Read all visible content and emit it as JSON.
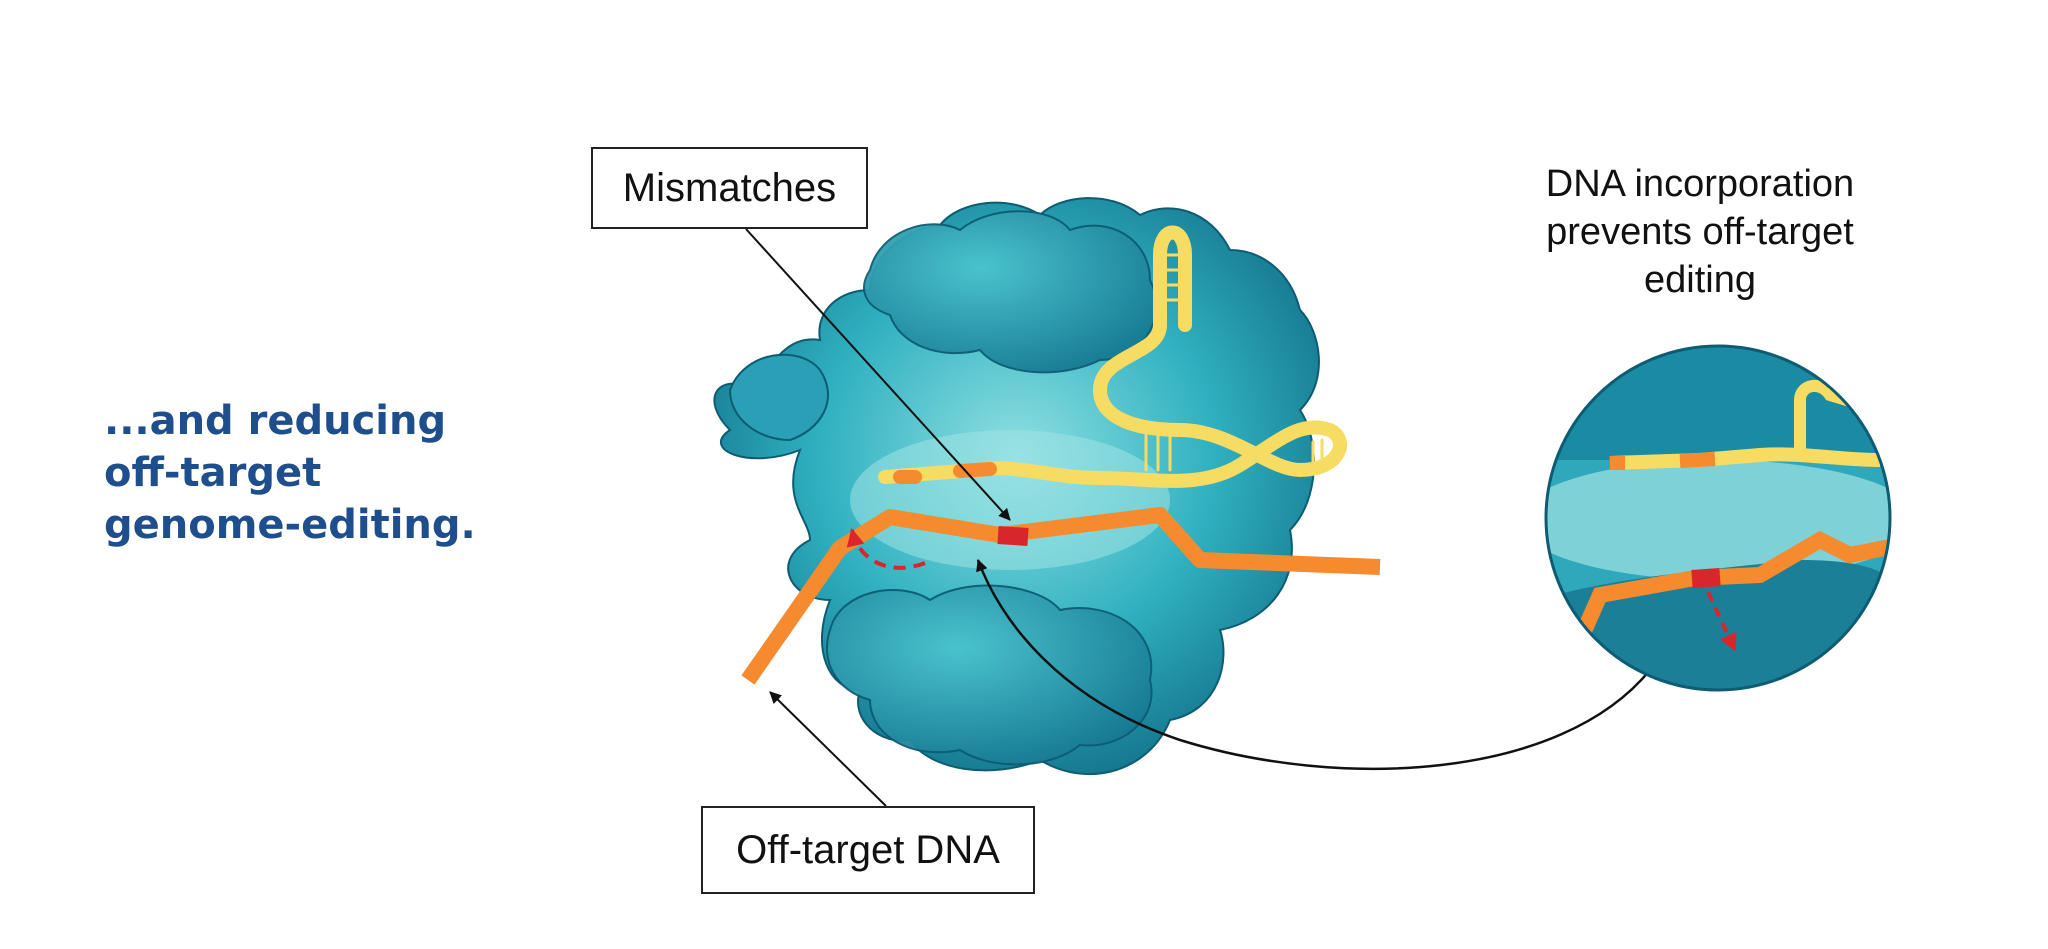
{
  "headline": {
    "line1": "...and reducing",
    "line2": "off-target",
    "line3": "genome-editing."
  },
  "labels": {
    "mismatches": "Mismatches",
    "off_target_dna": "Off-target DNA"
  },
  "caption": {
    "line1": "DNA incorporation",
    "line2": "prevents off-target",
    "line3": "editing"
  },
  "colors": {
    "protein": "#27a5b8",
    "protein_dark": "#136f86",
    "protein_light": "#7fd6dc",
    "guide_rna": "#f7dc63",
    "dna": "#f58a2e",
    "mismatch": "#d9262c",
    "headline": "#1f4e8c"
  }
}
